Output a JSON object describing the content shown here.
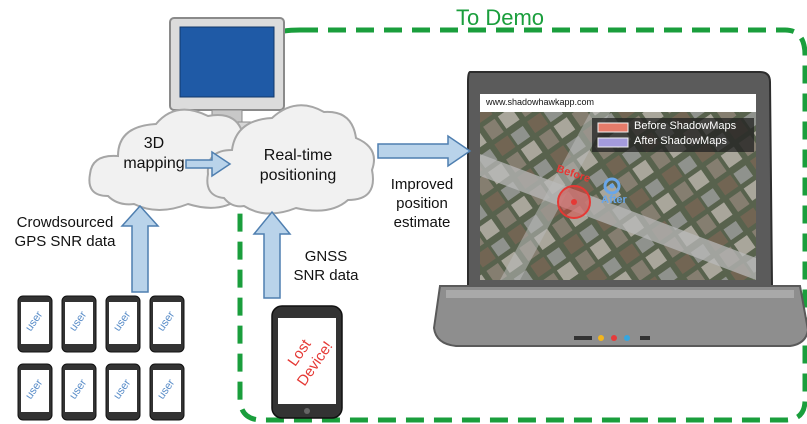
{
  "demo_label": "To Demo",
  "mapping_label": "3D\nmapping",
  "positioning_label": "Real-time\npositioning",
  "crowd_label": "Crowdsourced\nGPS SNR data",
  "gnss_label": "GNSS\nSNR data",
  "improved_label": "Improved\nposition\nestimate",
  "browser_url": "www.shadowhawkapp.com",
  "legend": {
    "before": "Before ShadowMaps",
    "after": "After ShadowMaps"
  },
  "map_labels": {
    "before": "Before",
    "after": "After"
  },
  "phone_label": "user",
  "lost_device_label": "Lost\nDevice!",
  "colors": {
    "dashed_border": "#1a9e3c",
    "arrow_fill": "#b9d3ea",
    "arrow_stroke": "#4f7fb0",
    "before_marker": "#e53935",
    "after_marker": "#6aa6e8",
    "cloud_fill": "#f1f1f1",
    "cloud_stroke": "#a6a6a6"
  }
}
